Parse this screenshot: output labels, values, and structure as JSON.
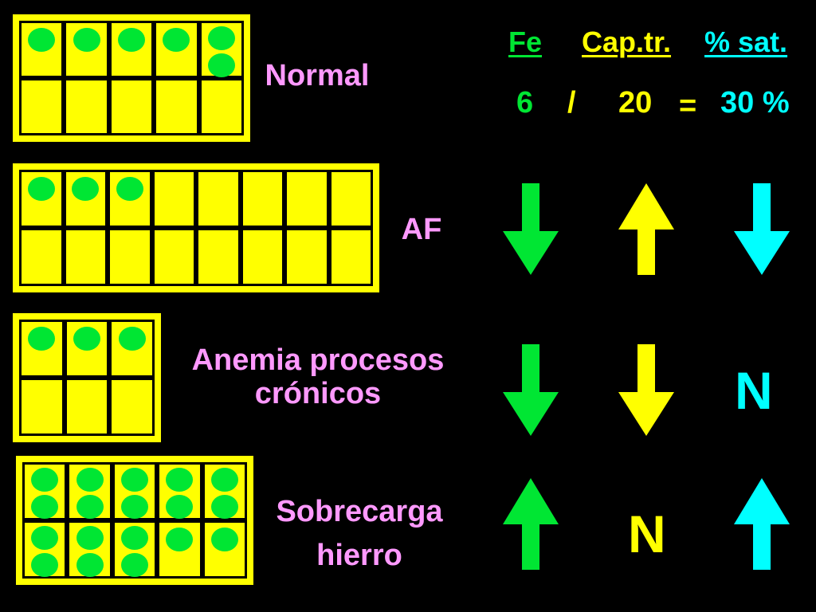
{
  "colors": {
    "background": "#000000",
    "box": "#ffff00",
    "iron": "#00e633",
    "capacity": "#ffff00",
    "saturation": "#00ffff",
    "label": "#ff99ff"
  },
  "header": {
    "fe": "Fe",
    "cap": "Cap.tr.",
    "sat": "% sat."
  },
  "formula": {
    "fe_value": "6",
    "divide": "/",
    "cap_value": "20",
    "equals": "=",
    "sat_value": "30 %"
  },
  "rows": [
    {
      "label_lines": [
        "Normal"
      ],
      "top_dots": [
        1,
        1,
        1,
        1,
        2
      ],
      "bottom_dots": [
        0,
        0,
        0,
        0,
        0
      ],
      "fe": "normal",
      "cap": "normal",
      "sat": "normal"
    },
    {
      "label_lines": [
        "AF"
      ],
      "top_dots": [
        1,
        1,
        1,
        0,
        0,
        0,
        0,
        0
      ],
      "bottom_dots": [
        0,
        0,
        0,
        0,
        0,
        0,
        0,
        0
      ],
      "fe": "down",
      "cap": "up",
      "sat": "down"
    },
    {
      "label_lines": [
        "Anemia procesos",
        "crónicos"
      ],
      "top_dots": [
        1,
        1,
        1
      ],
      "bottom_dots": [
        0,
        0,
        0
      ],
      "fe": "down",
      "cap": "down",
      "sat": "N"
    },
    {
      "label_lines": [
        "Sobrecarga",
        "hierro"
      ],
      "top_dots": [
        2,
        2,
        2,
        2,
        2
      ],
      "bottom_dots": [
        2,
        2,
        2,
        1,
        1
      ],
      "fe": "up",
      "cap": "N",
      "sat": "up"
    }
  ]
}
